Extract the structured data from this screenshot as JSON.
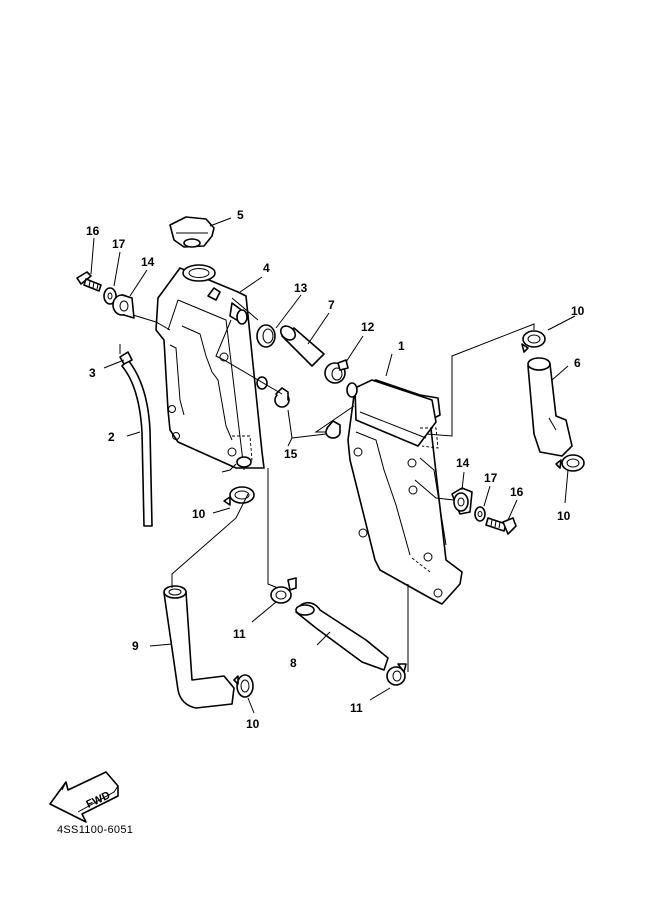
{
  "diagram": {
    "callouts": {
      "c1": "1",
      "c2": "2",
      "c3": "3",
      "c4": "4",
      "c5": "5",
      "c6": "6",
      "c7": "7",
      "c8": "8",
      "c9": "9",
      "c10a": "10",
      "c10b": "10",
      "c10c": "10",
      "c10d": "10",
      "c11a": "11",
      "c11b": "11",
      "c12": "12",
      "c13": "13",
      "c14a": "14",
      "c14b": "14",
      "c15": "15",
      "c16a": "16",
      "c16b": "16",
      "c17a": "17",
      "c17b": "17"
    },
    "fwd_label": "FWD",
    "drawing_code": "4SS1100-6051"
  }
}
